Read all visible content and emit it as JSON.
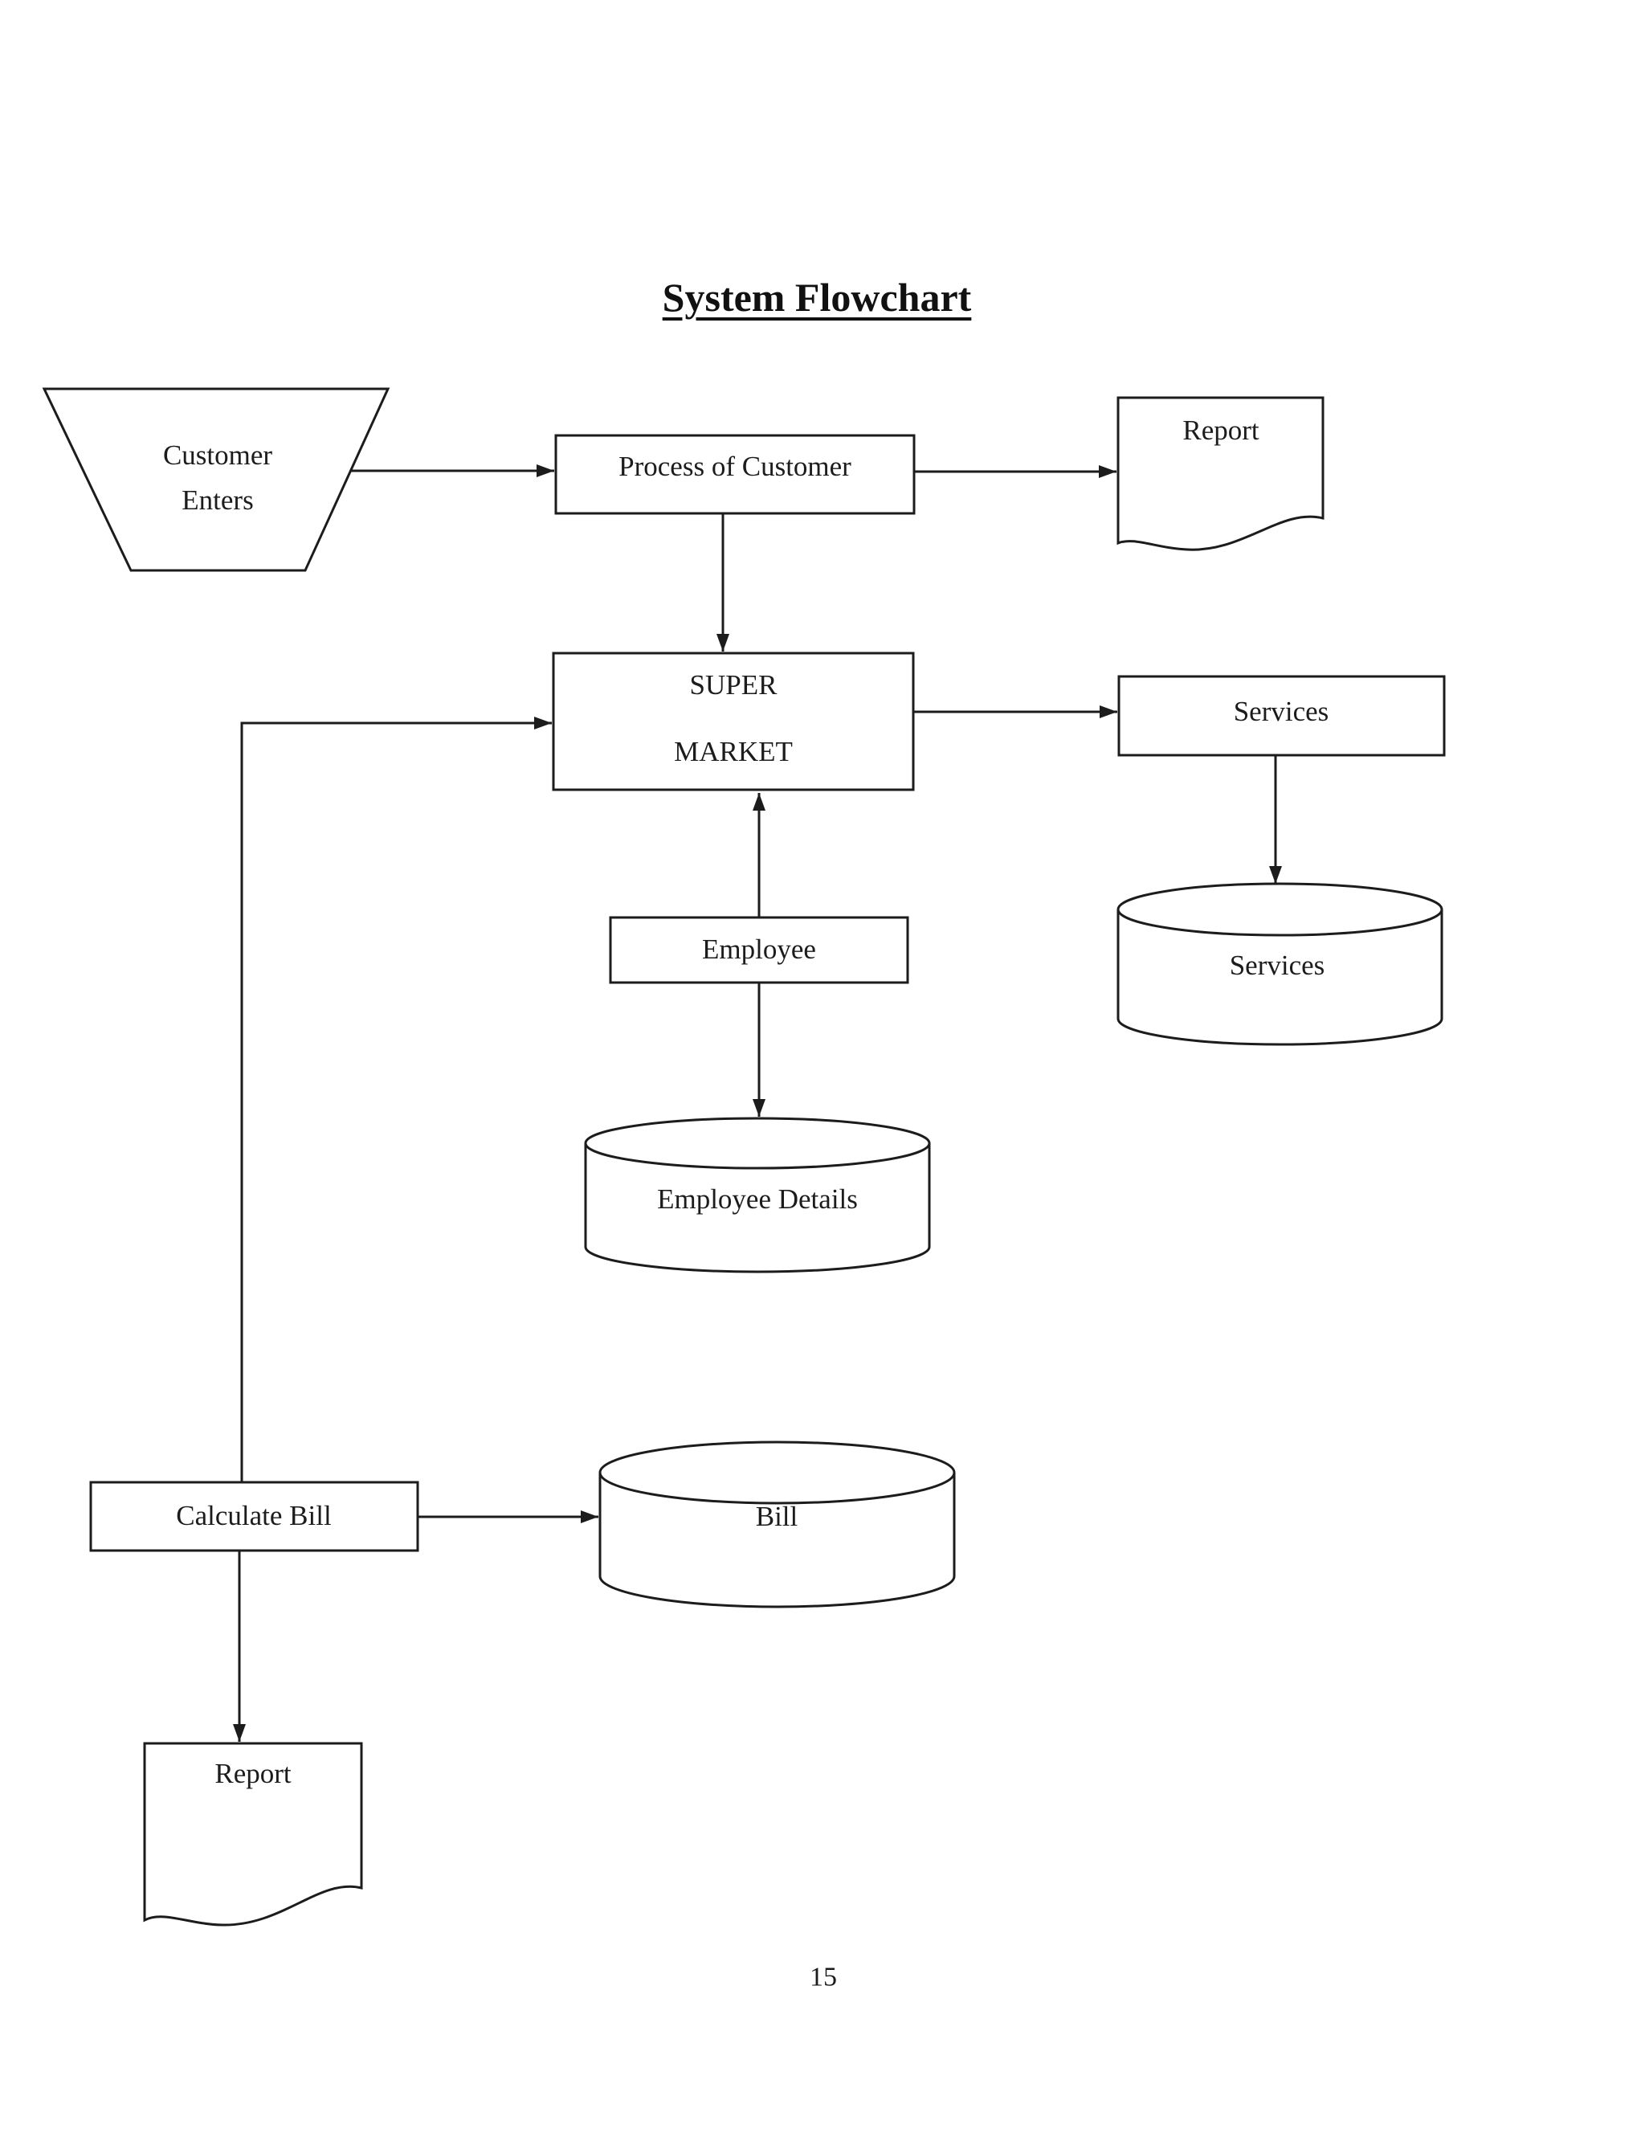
{
  "page": {
    "title": "System Flowchart",
    "page_number": "15",
    "background_color": "#ffffff",
    "ink_color": "#1c1c1c"
  },
  "flowchart": {
    "nodes": {
      "customer_enters": {
        "line1": "Customer",
        "line2": "Enters",
        "shape": "trapezoid-manual-input"
      },
      "process_of_customer": {
        "label": "Process of Customer",
        "shape": "process-rectangle"
      },
      "report_top": {
        "label": "Report",
        "shape": "document"
      },
      "super_market": {
        "line1": "SUPER",
        "line2": "MARKET",
        "shape": "process-rectangle"
      },
      "services_process": {
        "label": "Services",
        "shape": "process-rectangle"
      },
      "services_store": {
        "label": "Services",
        "shape": "data-store-cylinder"
      },
      "employee": {
        "label": "Employee",
        "shape": "process-rectangle"
      },
      "employee_details": {
        "label": "Employee Details",
        "shape": "data-store-cylinder"
      },
      "calculate_bill": {
        "label": "Calculate Bill",
        "shape": "process-rectangle"
      },
      "bill": {
        "label": "Bill",
        "shape": "data-store-cylinder"
      },
      "report_bottom": {
        "label": "Report",
        "shape": "document"
      }
    },
    "edges": [
      {
        "from": "customer_enters",
        "to": "process_of_customer"
      },
      {
        "from": "process_of_customer",
        "to": "report_top"
      },
      {
        "from": "process_of_customer",
        "to": "super_market"
      },
      {
        "from": "calculate_bill",
        "to": "super_market"
      },
      {
        "from": "super_market",
        "to": "services_process"
      },
      {
        "from": "services_process",
        "to": "services_store"
      },
      {
        "from": "employee",
        "to": "super_market"
      },
      {
        "from": "employee",
        "to": "employee_details"
      },
      {
        "from": "calculate_bill",
        "to": "bill"
      },
      {
        "from": "calculate_bill",
        "to": "report_bottom"
      }
    ]
  }
}
